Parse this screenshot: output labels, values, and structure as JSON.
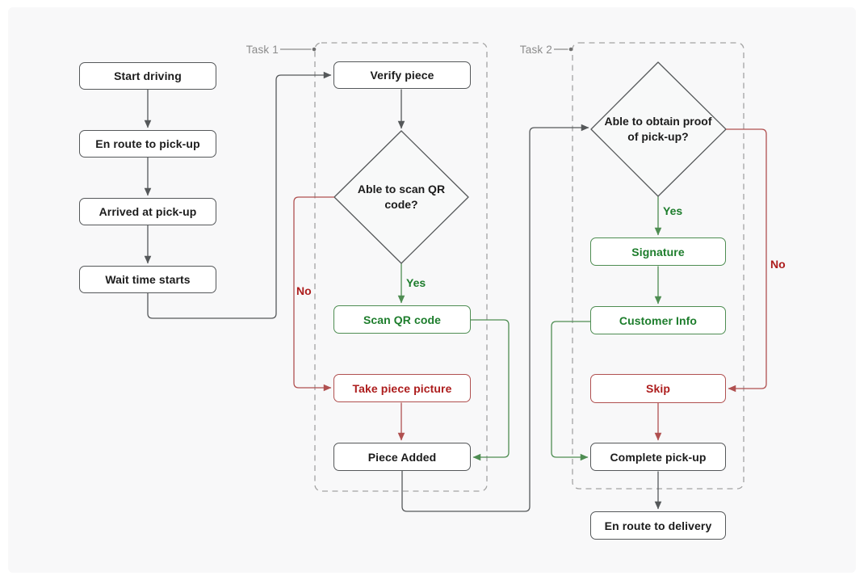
{
  "diagram_type": "flowchart",
  "groups": {
    "task1": "Task 1",
    "task2": "Task 2"
  },
  "nodes": {
    "start_driving": "Start driving",
    "en_route_pickup": "En route to pick-up",
    "arrived_pickup": "Arrived at pick-up",
    "wait_time_starts": "Wait time starts",
    "verify_piece": "Verify piece",
    "able_scan_qr": "Able to scan QR code?",
    "scan_qr": "Scan QR code",
    "take_piece_picture": "Take piece picture",
    "piece_added": "Piece Added",
    "able_obtain_proof": "Able to obtain proof of pick-up?",
    "signature": "Signature",
    "customer_info": "Customer Info",
    "skip": "Skip",
    "complete_pickup": "Complete pick-up",
    "en_route_delivery": "En route to delivery"
  },
  "edge_labels": {
    "task1_yes": "Yes",
    "task1_no": "No",
    "task2_yes": "Yes",
    "task2_no": "No"
  },
  "colors": {
    "positive_green_text": "#1d7d2c",
    "positive_green_line": "#4e8d52",
    "negative_red_text": "#ad1d1d",
    "negative_red_line": "#b05050",
    "neutral_dark_line": "#55585a",
    "group_dash_gray": "#a3a3a3",
    "group_label_gray": "#8b8b8b",
    "panel_background": "#f8f8f9",
    "node_fill": "#ffffff"
  }
}
